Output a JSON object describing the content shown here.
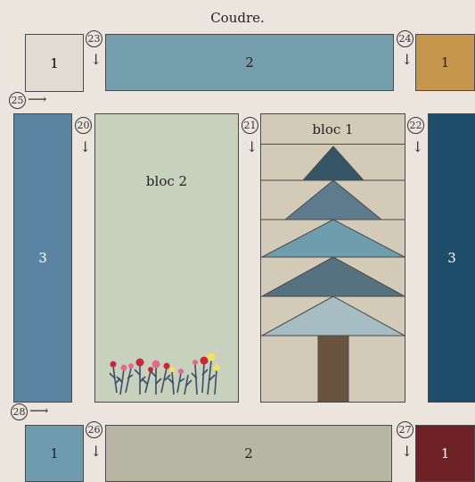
{
  "title": "Coudre.",
  "pieces": {
    "top_left": "1",
    "top_center": "2",
    "top_right": "1",
    "left_side": "3",
    "right_side": "3",
    "bottom_left": "1",
    "bottom_center": "2",
    "bottom_right": "1"
  },
  "blocks": {
    "bloc1_label": "bloc 1",
    "bloc2_label": "bloc 2"
  },
  "steps": {
    "s20": "20",
    "s21": "21",
    "s22": "22",
    "s23": "23",
    "s24": "24",
    "s25": "25",
    "s26": "26",
    "s27": "27",
    "s28": "28"
  },
  "arrows": {
    "down": "↓",
    "right": "⟶"
  },
  "colors": {
    "background": "#ece5de",
    "top_left": "#e2dbd2",
    "top_center": "#749eac",
    "top_right": "#c5964b",
    "left_side": "#5a84a2",
    "right_side": "#1e4c6b",
    "bottom_left": "#6f9bb0",
    "bottom_center": "#b7b6a4",
    "bottom_right": "#6e2226",
    "bloc2": "#c8d1bc",
    "bloc1_bg": "#d3cab8",
    "trunk": "#6a5440"
  }
}
